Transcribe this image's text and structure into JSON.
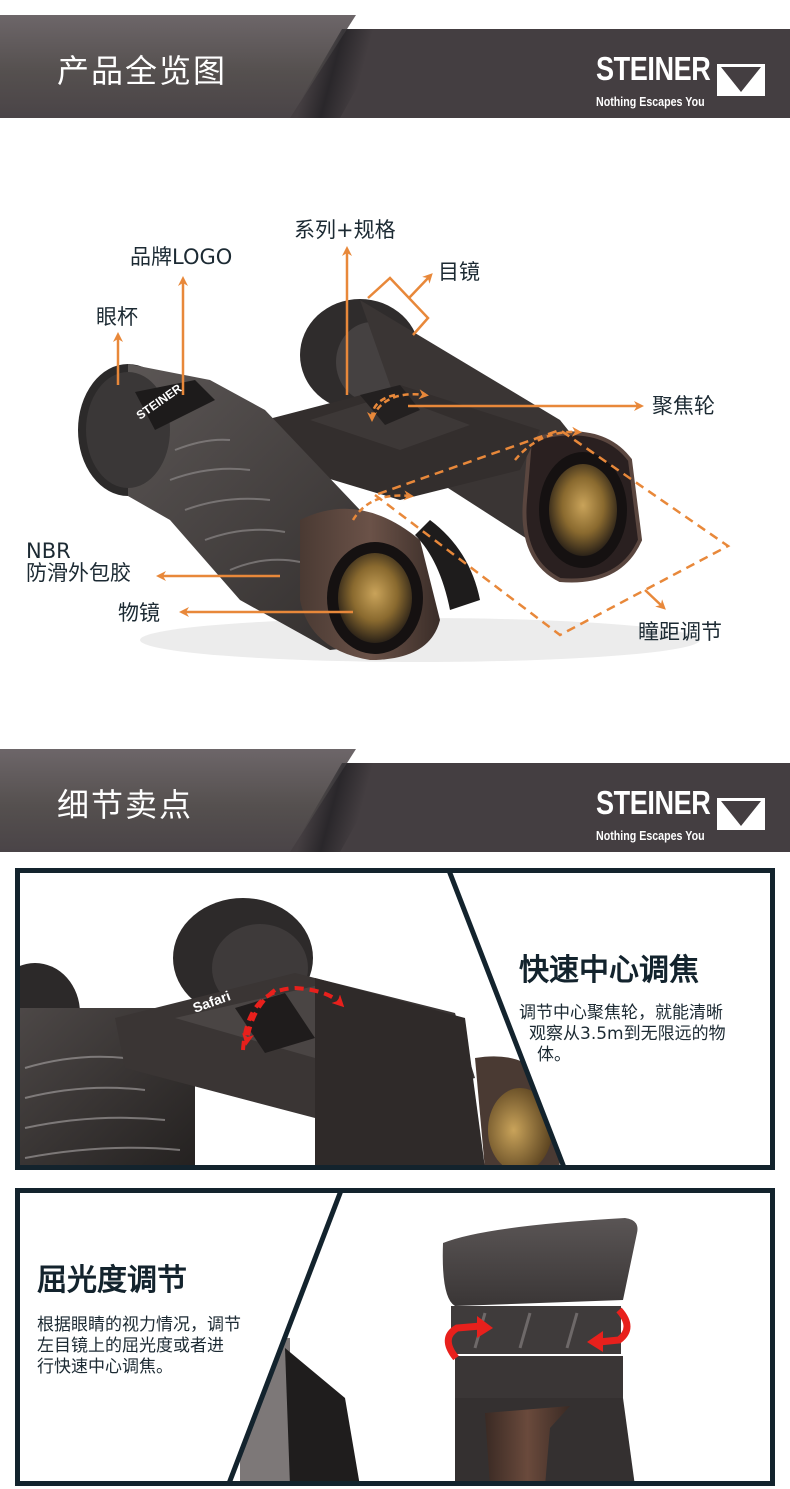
{
  "brand": {
    "name": "STEINER",
    "tagline": "Nothing Escapes You",
    "logo_icon": "envelope-triangle-icon"
  },
  "colors": {
    "header_dark": "#443e41",
    "header_light": "#6d6669",
    "annotation_orange": "#e8883a",
    "frame_navy": "#13232d",
    "rotate_arrow_red": "#e8201c"
  },
  "sections": [
    {
      "title": "产品全览图"
    },
    {
      "title": "细节卖点"
    }
  ],
  "overview": {
    "image": "binoculars-overview-photo",
    "labels": {
      "eyecup": "眼杯",
      "brand_logo": "品牌LOGO",
      "series_spec": "系列+规格",
      "eyepiece": "目镜",
      "focus_wheel": "聚焦轮",
      "nbr_line1": "NBR",
      "nbr_line2": "防滑外包胶",
      "objective": "物镜",
      "ipd": "瞳距调节"
    }
  },
  "features": [
    {
      "title": "快速中心调焦",
      "desc_lines": [
        "调节中心聚焦轮，就能清晰",
        "观察从3.5m到无限远的物",
        "体。"
      ],
      "image": "center-focus-wheel-photo"
    },
    {
      "title": "屈光度调节",
      "desc_lines": [
        "根据眼睛的视力情况，调节",
        "左目镜上的屈光度或者进",
        "行快速中心调焦。"
      ],
      "image": "diopter-adjustment-photo"
    }
  ]
}
